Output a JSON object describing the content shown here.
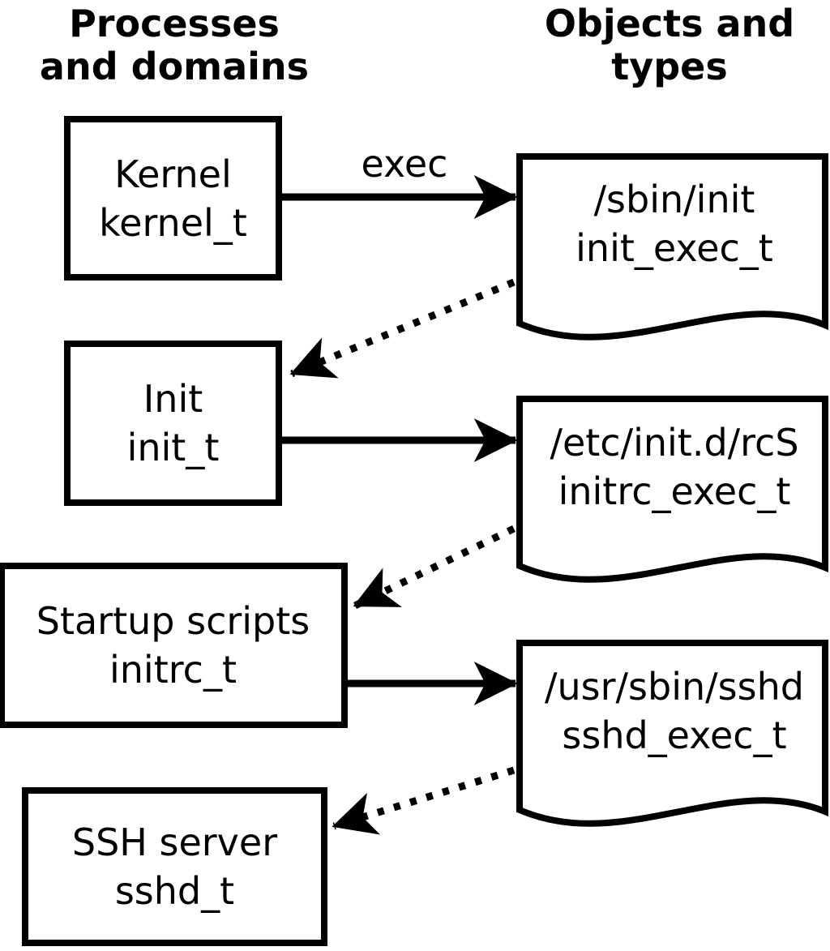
{
  "page": {
    "background_color": "#ffffff",
    "ink_color": "#000000"
  },
  "headers": {
    "left": {
      "line1": "Processes",
      "line2": "and domains"
    },
    "right": {
      "line1": "Objects and",
      "line2": "types"
    }
  },
  "process_boxes": [
    {
      "name": "Kernel",
      "type": "kernel_t"
    },
    {
      "name": "Init",
      "type": "init_t"
    },
    {
      "name": "Startup scripts",
      "type": "initrc_t"
    },
    {
      "name": "SSH server",
      "type": "sshd_t"
    }
  ],
  "object_docs": [
    {
      "path": "/sbin/init",
      "type": "init_exec_t"
    },
    {
      "path": "/etc/init.d/rcS",
      "type": "initrc_exec_t"
    },
    {
      "path": "/usr/sbin/sshd",
      "type": "sshd_exec_t"
    }
  ],
  "edges": [
    {
      "from": "kernel_t",
      "to": "init_exec_t",
      "style": "solid",
      "label": "exec"
    },
    {
      "from": "init_exec_t",
      "to": "init_t",
      "style": "dotted",
      "label": ""
    },
    {
      "from": "init_t",
      "to": "initrc_exec_t",
      "style": "solid",
      "label": ""
    },
    {
      "from": "initrc_exec_t",
      "to": "initrc_t",
      "style": "dotted",
      "label": ""
    },
    {
      "from": "initrc_t",
      "to": "sshd_exec_t",
      "style": "solid",
      "label": ""
    },
    {
      "from": "sshd_exec_t",
      "to": "sshd_t",
      "style": "dotted",
      "label": ""
    }
  ]
}
